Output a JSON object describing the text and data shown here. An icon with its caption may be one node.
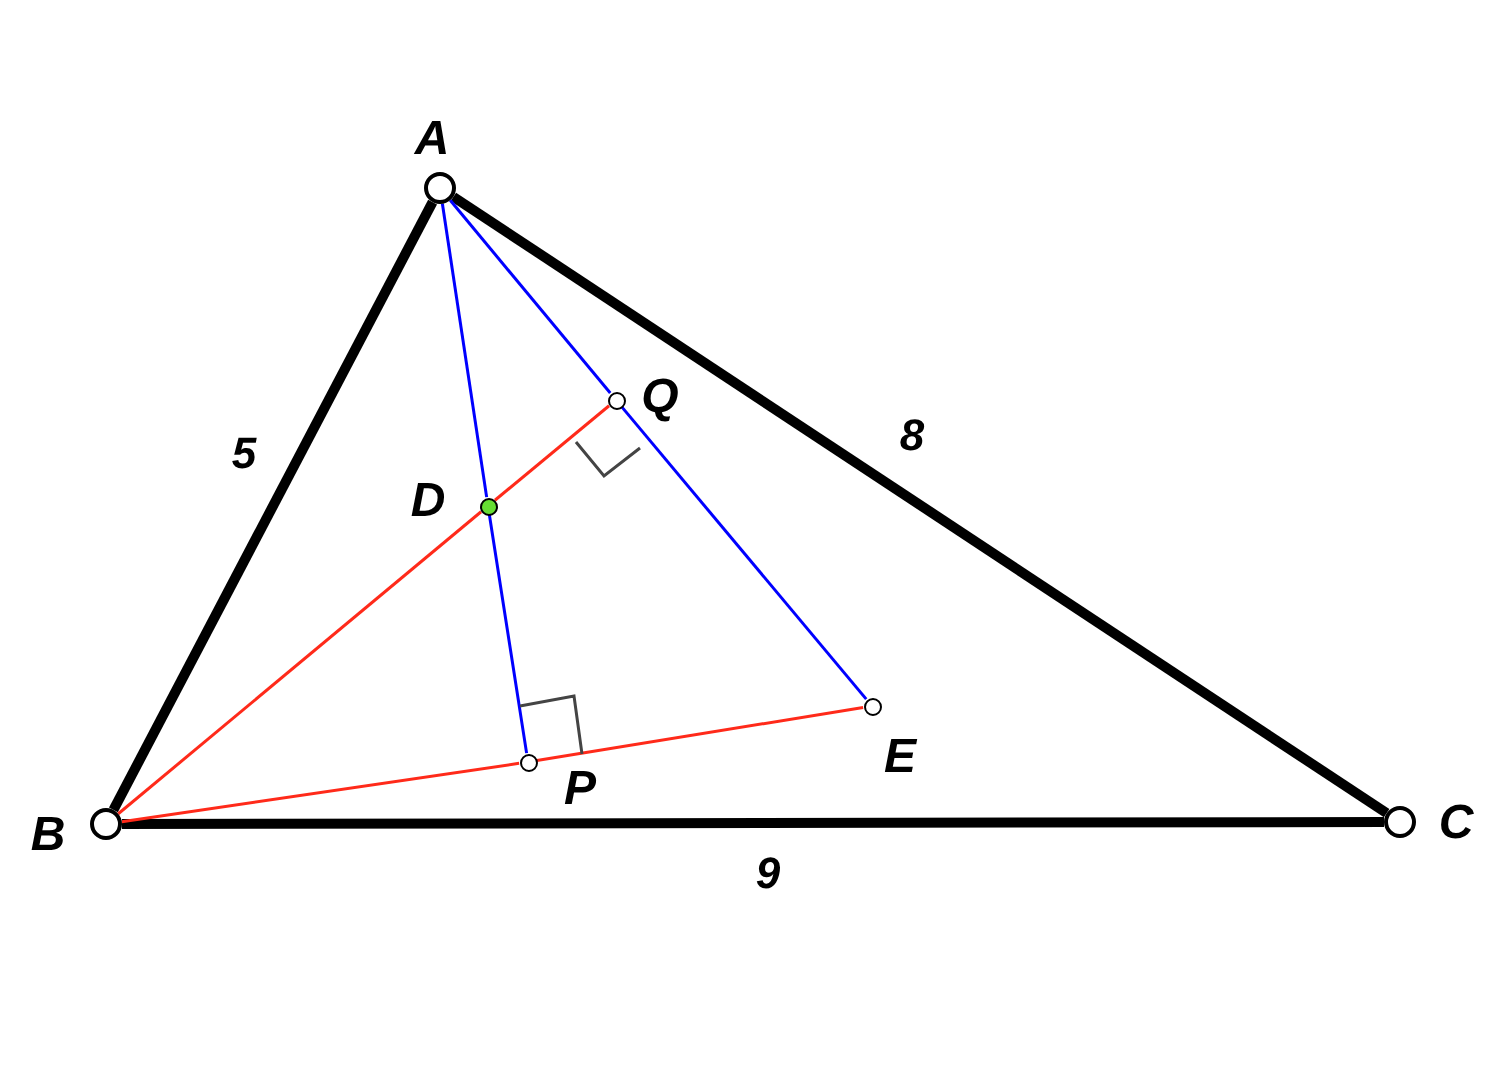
{
  "diagram": {
    "nodes": [
      {
        "text": [],
        "shape": "circle",
        "beside": [
          "A"
        ]
      },
      {
        "text": [],
        "shape": "circle",
        "beside": [
          "B"
        ]
      },
      {
        "text": [],
        "shape": "circle",
        "beside": [
          "C"
        ]
      },
      {
        "text": [],
        "shape": "circle",
        "beside": [
          "D"
        ]
      },
      {
        "text": [],
        "shape": "circle",
        "beside": [
          "Q"
        ]
      },
      {
        "text": [],
        "shape": "circle",
        "beside": [
          "P"
        ]
      },
      {
        "text": [],
        "shape": "circle",
        "beside": [
          "E"
        ]
      }
    ],
    "edges": [
      {
        "from": 0,
        "to": 1,
        "arrow": "none",
        "label": "5",
        "style": "thick",
        "color": "#000000"
      },
      {
        "from": 0,
        "to": 2,
        "arrow": "none",
        "label": "8",
        "style": "thick",
        "color": "#000000"
      },
      {
        "from": 1,
        "to": 2,
        "arrow": "none",
        "label": "9",
        "style": "thick",
        "color": "#000000"
      },
      {
        "from": 0,
        "to": 3,
        "arrow": "none",
        "color": "#0000ff"
      },
      {
        "from": 3,
        "to": 5,
        "arrow": "none",
        "color": "#0000ff"
      },
      {
        "from": 0,
        "to": 4,
        "arrow": "none",
        "color": "#0000ff"
      },
      {
        "from": 4,
        "to": 6,
        "arrow": "none",
        "color": "#0000ff"
      },
      {
        "from": 1,
        "to": 3,
        "arrow": "none",
        "color": "#ff2a1a"
      },
      {
        "from": 3,
        "to": 4,
        "arrow": "none",
        "color": "#ff2a1a"
      },
      {
        "from": 1,
        "to": 5,
        "arrow": "none",
        "color": "#ff2a1a"
      },
      {
        "from": 5,
        "to": 6,
        "arrow": "none",
        "color": "#ff2a1a"
      }
    ]
  }
}
